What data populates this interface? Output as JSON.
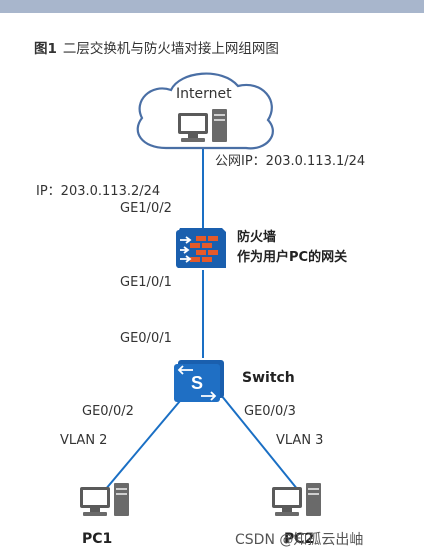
{
  "caption": {
    "number": "图1",
    "title": "二层交换机与防火墙对接上网组网图"
  },
  "internet": {
    "label": "Internet",
    "public_ip": "公网IP：203.0.113.1/24"
  },
  "firewall": {
    "ip": "IP：203.0.113.2/24",
    "uplink_port": "GE1/0/2",
    "name": "防火墙",
    "role": "作为用户PC的网关",
    "downlink_port": "GE1/0/1"
  },
  "switch": {
    "name": "Switch",
    "uplink_port": "GE0/0/1",
    "left_port": "GE0/0/2",
    "right_port": "GE0/0/3",
    "left_vlan": "VLAN 2",
    "right_vlan": "VLAN 3"
  },
  "pcs": [
    {
      "name": "PC1"
    },
    {
      "name": "PC2"
    }
  ],
  "watermark": "CSDN @知孤云出岫",
  "colors": {
    "link": "#1a6fc4",
    "device_blue": "#1a5fae",
    "firewall_brick": "#e55a2a",
    "cloud_outline": "#4a6fa5",
    "cloud_fill": "#ffffff"
  }
}
